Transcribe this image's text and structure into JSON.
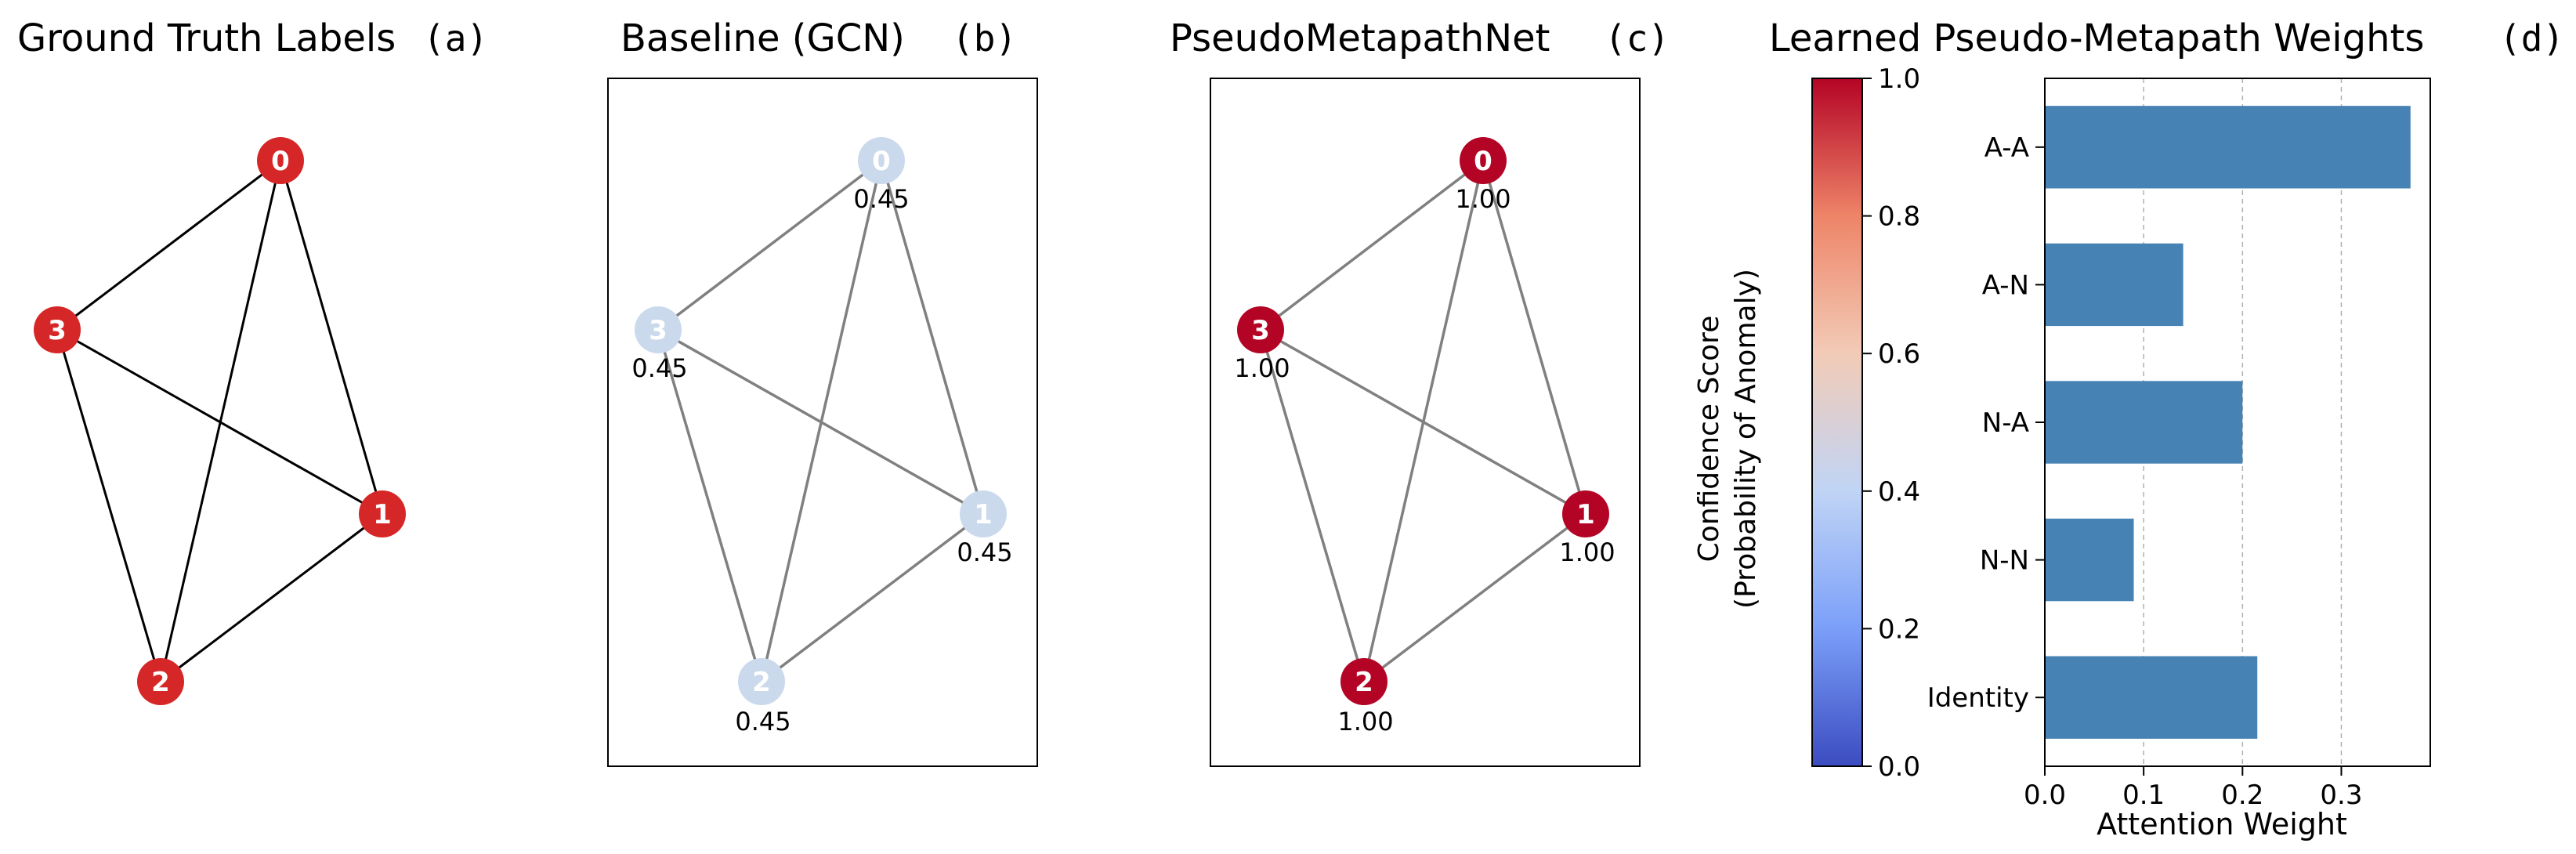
{
  "figure": {
    "panels": [
      {
        "id": "a",
        "title": "Ground Truth Labels",
        "letter": "(a)",
        "framed": false,
        "show_scores": false,
        "nodes": [
          {
            "id": "0",
            "label": "0",
            "color": "#d62728"
          },
          {
            "id": "1",
            "label": "1",
            "color": "#d62728"
          },
          {
            "id": "2",
            "label": "2",
            "color": "#d62728"
          },
          {
            "id": "3",
            "label": "3",
            "color": "#d62728"
          }
        ],
        "edges": [
          [
            "0",
            "3"
          ],
          [
            "0",
            "1"
          ],
          [
            "0",
            "2"
          ],
          [
            "3",
            "1"
          ],
          [
            "3",
            "2"
          ],
          [
            "1",
            "2"
          ]
        ],
        "edge_color": "#000000"
      },
      {
        "id": "b",
        "title": "Baseline (GCN)",
        "letter": "(b)",
        "framed": true,
        "show_scores": true,
        "nodes": [
          {
            "id": "0",
            "label": "0",
            "score": "0.45",
            "color": "#cbd9ec"
          },
          {
            "id": "1",
            "label": "1",
            "score": "0.45",
            "color": "#cbd9ec"
          },
          {
            "id": "2",
            "label": "2",
            "score": "0.45",
            "color": "#cbd9ec"
          },
          {
            "id": "3",
            "label": "3",
            "score": "0.45",
            "color": "#cbd9ec"
          }
        ],
        "edges": [
          [
            "0",
            "3"
          ],
          [
            "0",
            "1"
          ],
          [
            "0",
            "2"
          ],
          [
            "3",
            "1"
          ],
          [
            "3",
            "2"
          ],
          [
            "1",
            "2"
          ]
        ],
        "edge_color": "#808080"
      },
      {
        "id": "c",
        "title": "PseudoMetapathNet",
        "letter": "(c)",
        "framed": true,
        "show_scores": true,
        "nodes": [
          {
            "id": "0",
            "label": "0",
            "score": "1.00",
            "color": "#b40426"
          },
          {
            "id": "1",
            "label": "1",
            "score": "1.00",
            "color": "#b40426"
          },
          {
            "id": "2",
            "label": "2",
            "score": "1.00",
            "color": "#b40426"
          },
          {
            "id": "3",
            "label": "3",
            "score": "1.00",
            "color": "#b40426"
          }
        ],
        "edges": [
          [
            "0",
            "3"
          ],
          [
            "0",
            "1"
          ],
          [
            "0",
            "2"
          ],
          [
            "3",
            "1"
          ],
          [
            "3",
            "2"
          ],
          [
            "1",
            "2"
          ]
        ],
        "edge_color": "#808080"
      }
    ],
    "colorbar": {
      "label_line1": "Confidence Score",
      "label_line2": "(Probability of Anomaly)",
      "ticks": [
        "0.0",
        "0.2",
        "0.4",
        "0.6",
        "0.8",
        "1.0"
      ],
      "range": [
        0,
        1
      ],
      "colors": [
        "#3b4cc0",
        "#7b9ff9",
        "#c0d4f5",
        "#f2cbb7",
        "#ee8468",
        "#b40426"
      ]
    },
    "bar_panel": {
      "title": "Learned Pseudo-Metapath Weights",
      "letter": "(d)",
      "bar_color": "#4682b4"
    }
  },
  "chart_data": [
    {
      "type": "scatter",
      "title": "Ground Truth Labels (a)",
      "description_type": "graph",
      "nodes": [
        "0",
        "1",
        "2",
        "3"
      ],
      "edges": [
        [
          "0",
          "3"
        ],
        [
          "0",
          "1"
        ],
        [
          "0",
          "2"
        ],
        [
          "3",
          "1"
        ],
        [
          "3",
          "2"
        ],
        [
          "1",
          "2"
        ]
      ],
      "values": {
        "0": 1,
        "1": 1,
        "2": 1,
        "3": 1
      }
    },
    {
      "type": "scatter",
      "title": "Baseline (GCN) (b)",
      "description_type": "graph",
      "nodes": [
        "0",
        "1",
        "2",
        "3"
      ],
      "edges": [
        [
          "0",
          "3"
        ],
        [
          "0",
          "1"
        ],
        [
          "0",
          "2"
        ],
        [
          "3",
          "1"
        ],
        [
          "3",
          "2"
        ],
        [
          "1",
          "2"
        ]
      ],
      "values": {
        "0": 0.45,
        "1": 0.45,
        "2": 0.45,
        "3": 0.45
      }
    },
    {
      "type": "scatter",
      "title": "PseudoMetapathNet (c)",
      "description_type": "graph",
      "nodes": [
        "0",
        "1",
        "2",
        "3"
      ],
      "edges": [
        [
          "0",
          "3"
        ],
        [
          "0",
          "1"
        ],
        [
          "0",
          "2"
        ],
        [
          "3",
          "1"
        ],
        [
          "3",
          "2"
        ],
        [
          "1",
          "2"
        ]
      ],
      "values": {
        "0": 1.0,
        "1": 1.0,
        "2": 1.0,
        "3": 1.0
      }
    },
    {
      "type": "bar",
      "orientation": "horizontal",
      "title": "Learned Pseudo-Metapath Weights (d)",
      "categories": [
        "A-A",
        "A-N",
        "N-A",
        "N-N",
        "Identity"
      ],
      "values": [
        0.37,
        0.14,
        0.2,
        0.09,
        0.215
      ],
      "xlabel": "Attention Weight",
      "ylabel": "",
      "xlim": [
        0,
        0.39
      ],
      "xticks": [
        "0.0",
        "0.1",
        "0.2",
        "0.3"
      ],
      "grid": "x-dashed"
    }
  ]
}
